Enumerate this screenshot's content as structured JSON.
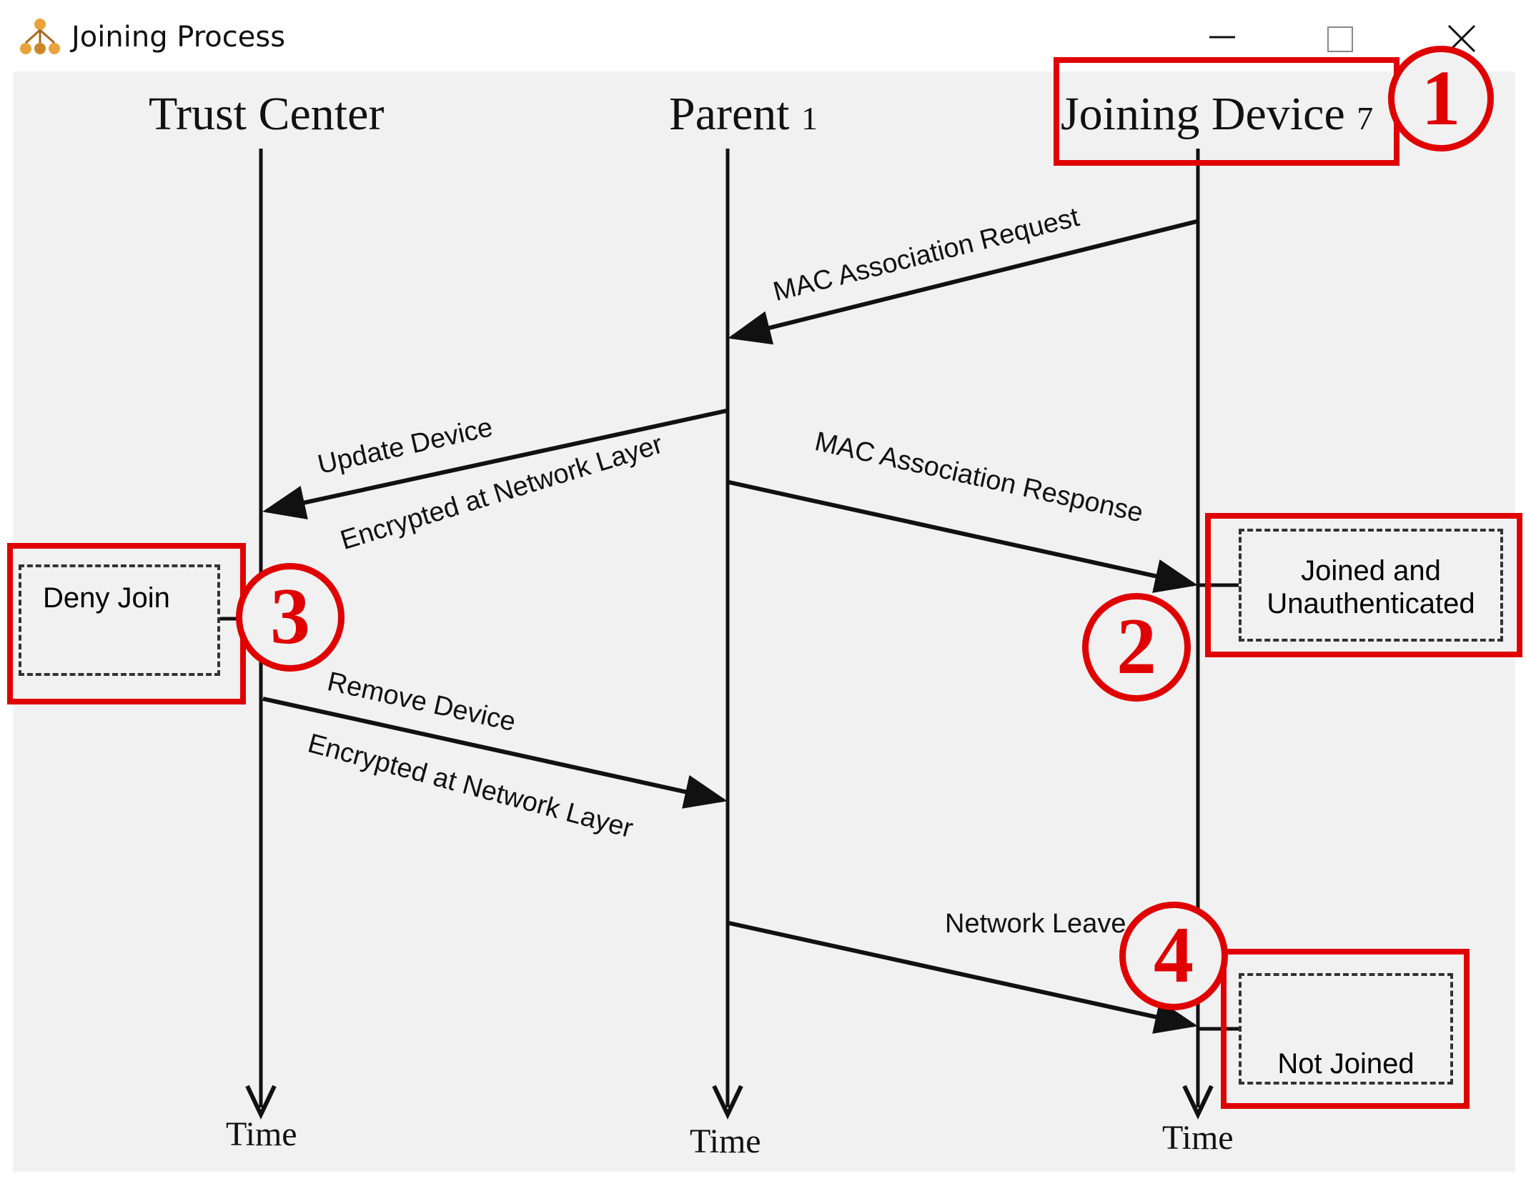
{
  "window": {
    "title": "Joining Process",
    "app_icon": "network-tree-icon",
    "controls": [
      "minimize-icon",
      "maximize-icon",
      "close-icon"
    ]
  },
  "lifelines": {
    "trust_center": {
      "label": "Trust Center",
      "time_label": "Time"
    },
    "parent": {
      "label": "Parent",
      "index": "1",
      "time_label": "Time"
    },
    "joining_device": {
      "label": "Joining Device",
      "index": "7",
      "time_label": "Time"
    }
  },
  "messages": {
    "mac_request": "MAC Association Request",
    "update_device": "Update Device",
    "update_device_sub": "Encrypted at Network Layer",
    "mac_response": "MAC Association Response",
    "remove_device": "Remove Device",
    "remove_device_sub": "Encrypted at Network Layer",
    "network_leave": "Network Leave"
  },
  "states": {
    "joined_unauth_line1": "Joined and",
    "joined_unauth_line2": "Unauthenticated",
    "deny_join": "Deny Join",
    "not_joined": "Not Joined"
  },
  "callouts": {
    "c1": "1",
    "c2": "2",
    "c3": "3",
    "c4": "4"
  },
  "colors": {
    "callout_red": "#e00000",
    "canvas_bg": "#f1f1f1",
    "line": "#111111"
  }
}
